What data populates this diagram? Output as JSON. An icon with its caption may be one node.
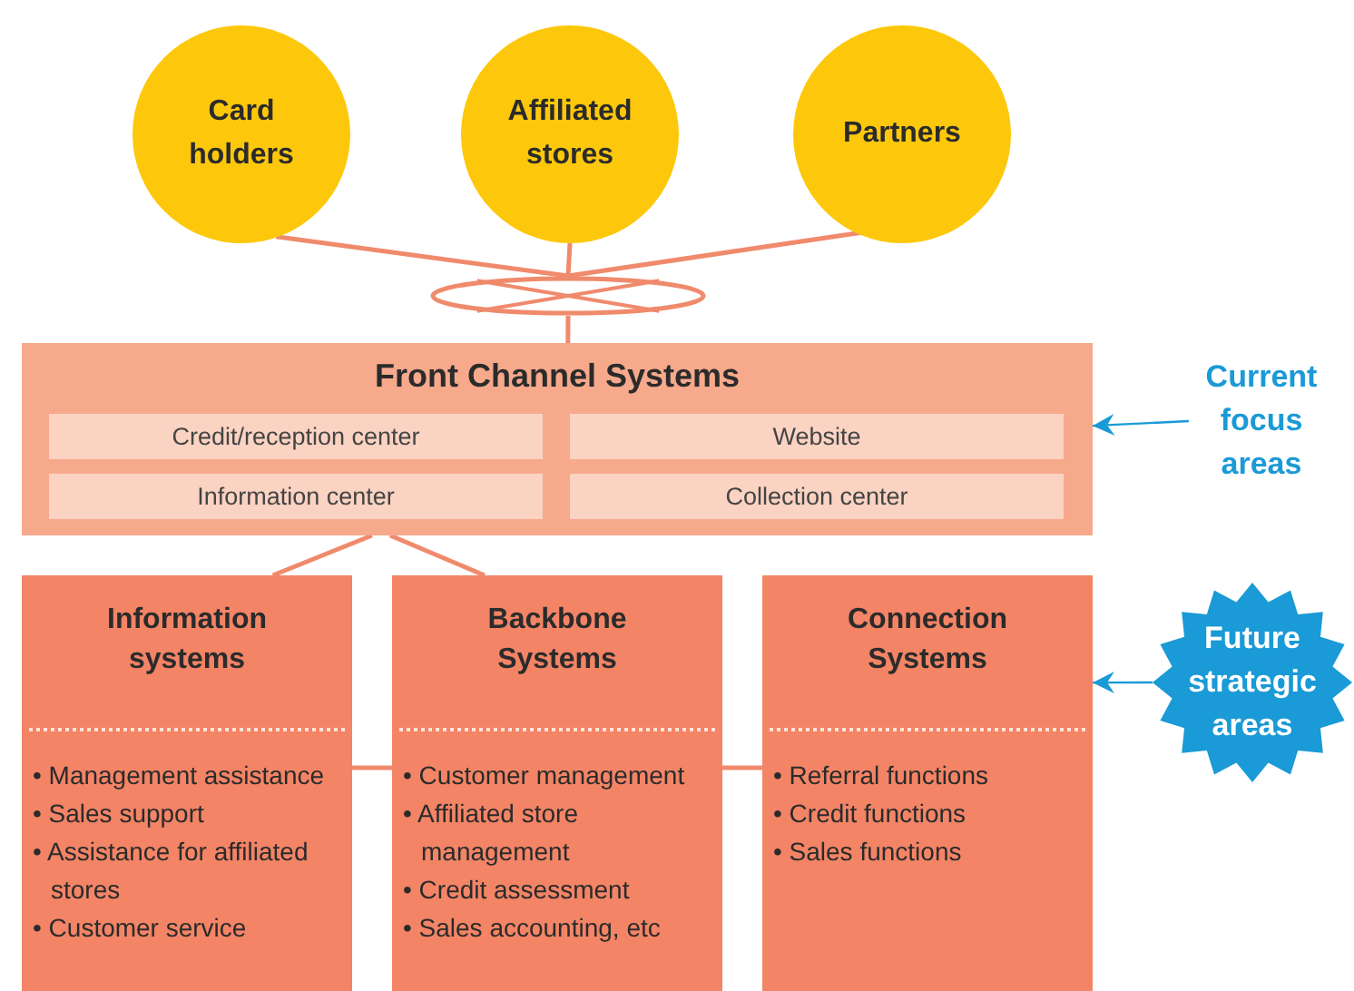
{
  "diagram": {
    "nodes": [
      {
        "text": [
          "Card holders"
        ]
      },
      {
        "text": [
          "Affiliated stores"
        ]
      },
      {
        "text": [
          "Partners"
        ]
      },
      {
        "text": [],
        "shape": "ellipse"
      },
      {
        "text": [
          "Front Channel Systems"
        ]
      },
      {
        "text": [
          "Credit/reception center"
        ],
        "in": 4
      },
      {
        "text": [
          "Website"
        ],
        "in": 4
      },
      {
        "text": [
          "Information center"
        ],
        "in": 4
      },
      {
        "text": [
          "Collection center"
        ],
        "in": 4
      },
      {
        "text": [
          "Information systems",
          "• Management assistance",
          "• Sales support",
          "• Assistance for affiliated stores",
          "• Customer service"
        ]
      },
      {
        "text": [
          "Backbone Systems",
          "• Customer management",
          "• Affiliated store management",
          "• Credit assessment",
          "• Sales accounting, etc"
        ]
      },
      {
        "text": [
          "Connection Systems",
          "• Referral functions",
          "• Credit functions",
          "• Sales functions"
        ]
      },
      {
        "text": [
          "Current focus areas"
        ]
      },
      {
        "text": [
          "Future strategic areas"
        ]
      }
    ],
    "edges": [
      {
        "from": 0,
        "to": 3,
        "arrow": "none"
      },
      {
        "from": 1,
        "to": 3,
        "arrow": "none"
      },
      {
        "from": 2,
        "to": 3,
        "arrow": "none"
      },
      {
        "from": 3,
        "to": 4,
        "arrow": "none"
      },
      {
        "from": 4,
        "to": 9,
        "arrow": "none"
      },
      {
        "from": 4,
        "to": 10,
        "arrow": "none"
      },
      {
        "from": 9,
        "to": 10,
        "arrow": "none"
      },
      {
        "from": 10,
        "to": 11,
        "arrow": "none"
      },
      {
        "from": 12,
        "to": 4,
        "arrow": "to",
        "color": "#1a9ad6"
      },
      {
        "from": 13,
        "to": 11,
        "arrow": "to",
        "color": "#1a9ad6"
      }
    ]
  }
}
